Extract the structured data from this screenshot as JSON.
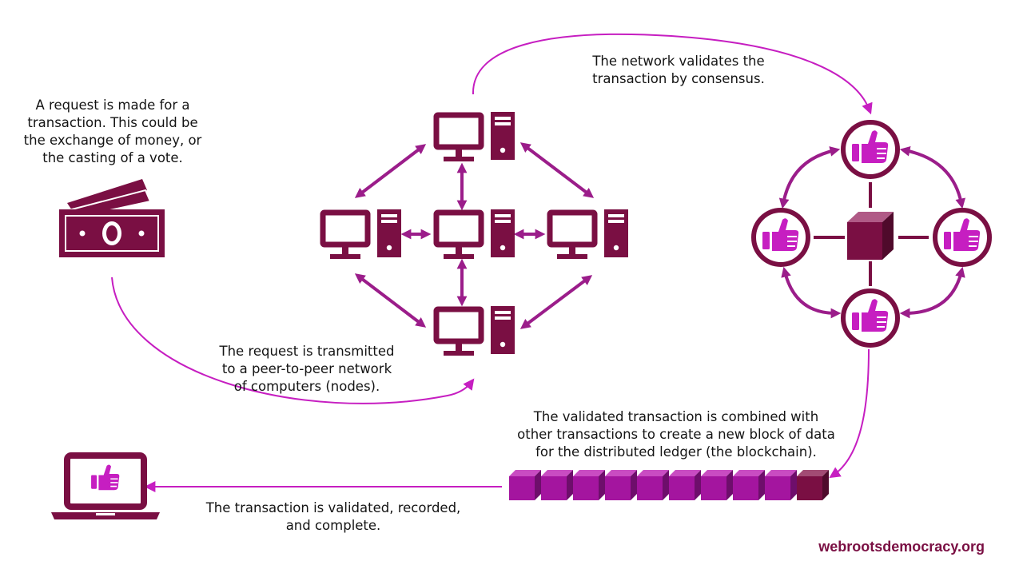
{
  "captions": {
    "request": "A request is made for a\ntransaction. This could be\nthe exchange of money, or\nthe casting of a vote.",
    "transmitted": "The request is transmitted\nto a peer-to-peer network\nof computers (nodes).",
    "validates": "The network validates the\ntransaction by consensus.",
    "combined": "The validated transaction is combined with\nother transactions to create a new block of data\nfor the distributed ledger (the blockchain).",
    "complete": "The transaction is validated, recorded,\nand complete."
  },
  "brand": "webrootsdemocracy.org",
  "icons": {
    "money": "banknote-icon",
    "computer": "desktop-computer-icon",
    "consensus": "thumbs-up-icon",
    "block": "cube-icon",
    "laptop": "laptop-icon"
  },
  "colors": {
    "maroon": "#7a0f43",
    "arrow_purple": "#9b1d8a",
    "flow_magenta": "#c61ec1",
    "block_purple": "#a4159f",
    "block_dark": "#7a0f43"
  }
}
